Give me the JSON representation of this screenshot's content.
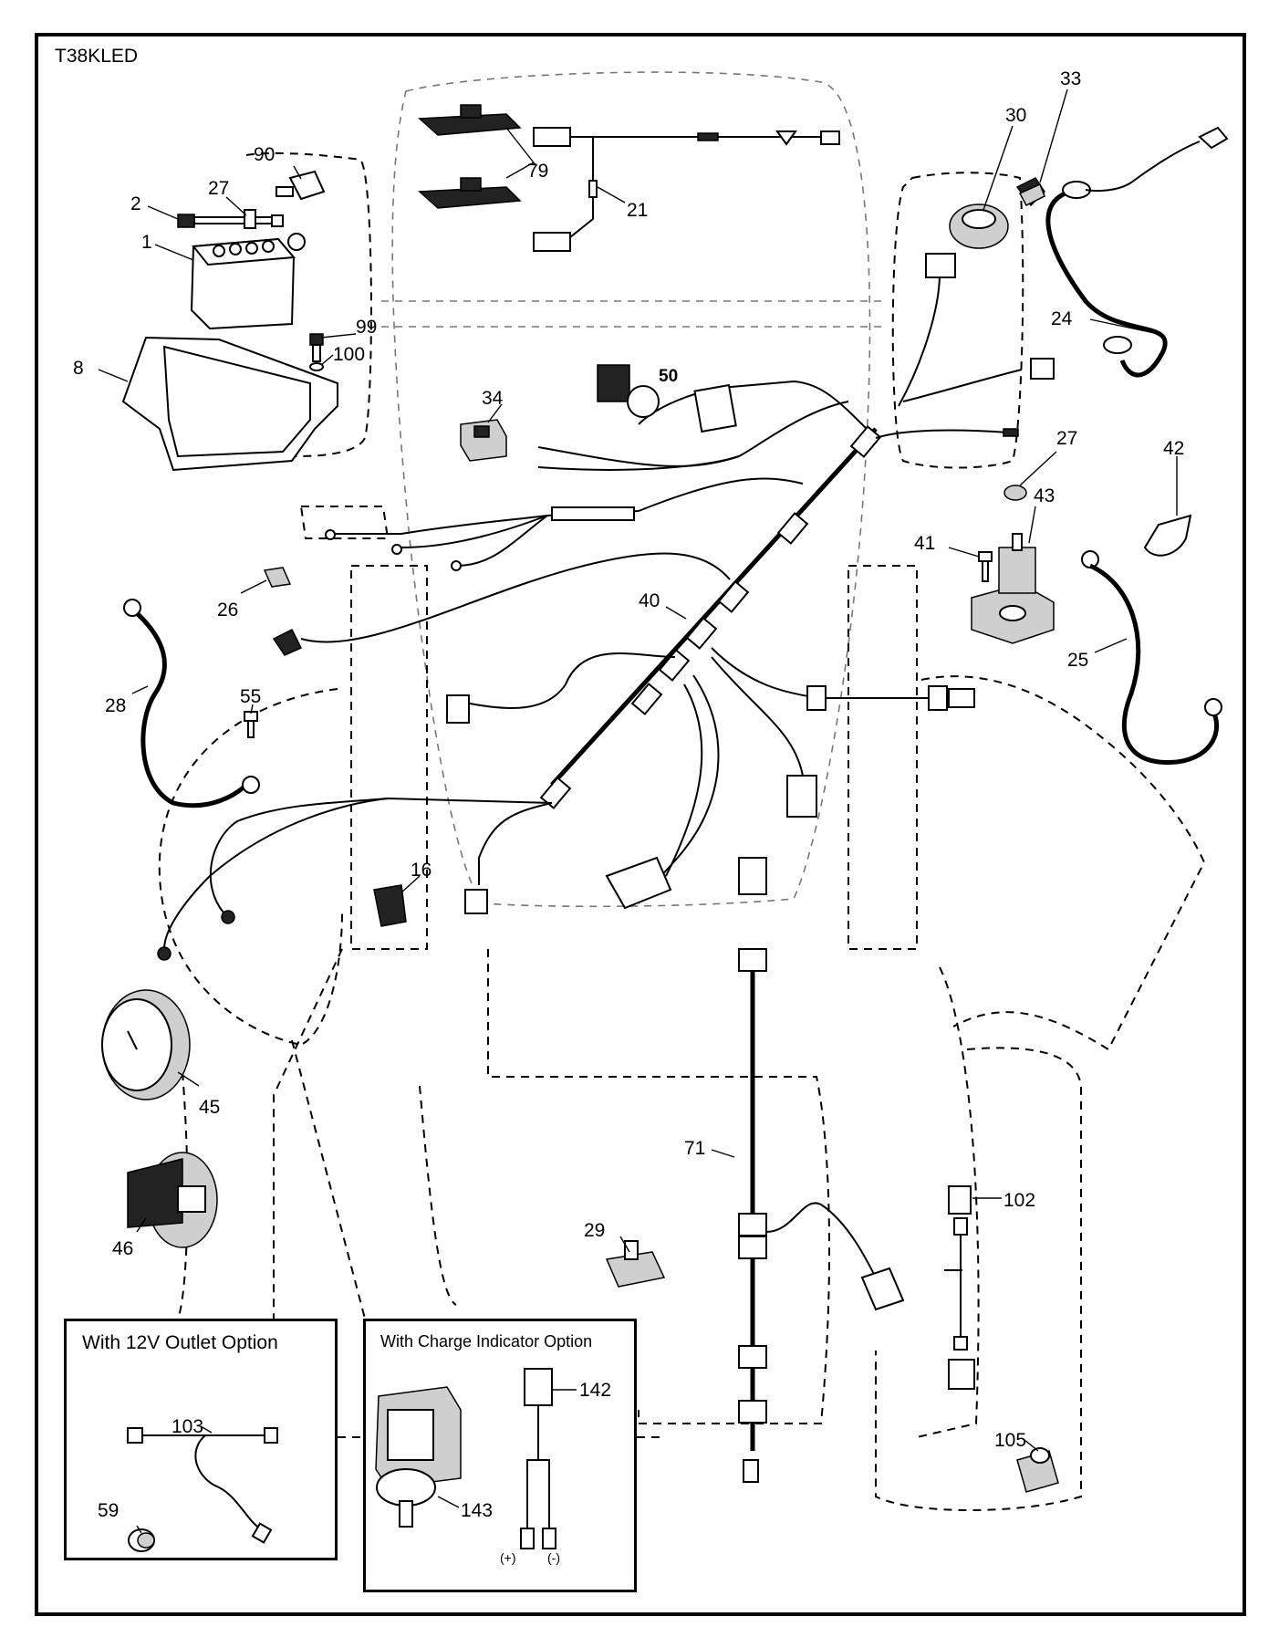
{
  "model": "T38KLED",
  "insets": {
    "outlet_option": "With 12V Outlet Option",
    "charge_option": "With Charge Indicator Option"
  },
  "callouts": [
    {
      "id": "c-90",
      "label": "90"
    },
    {
      "id": "c-27a",
      "label": "27"
    },
    {
      "id": "c-2",
      "label": "2"
    },
    {
      "id": "c-1",
      "label": "1"
    },
    {
      "id": "c-8",
      "label": "8"
    },
    {
      "id": "c-99",
      "label": "99"
    },
    {
      "id": "c-100",
      "label": "100"
    },
    {
      "id": "c-79",
      "label": "79"
    },
    {
      "id": "c-21",
      "label": "21"
    },
    {
      "id": "c-30",
      "label": "30"
    },
    {
      "id": "c-33",
      "label": "33"
    },
    {
      "id": "c-24",
      "label": "24"
    },
    {
      "id": "c-50",
      "label": "50"
    },
    {
      "id": "c-34",
      "label": "34"
    },
    {
      "id": "c-27b",
      "label": "27"
    },
    {
      "id": "c-42",
      "label": "42"
    },
    {
      "id": "c-43",
      "label": "43"
    },
    {
      "id": "c-41",
      "label": "41"
    },
    {
      "id": "c-26",
      "label": "26"
    },
    {
      "id": "c-40",
      "label": "40"
    },
    {
      "id": "c-25",
      "label": "25"
    },
    {
      "id": "c-28",
      "label": "28"
    },
    {
      "id": "c-55",
      "label": "55"
    },
    {
      "id": "c-16",
      "label": "16"
    },
    {
      "id": "c-45",
      "label": "45"
    },
    {
      "id": "c-71",
      "label": "71"
    },
    {
      "id": "c-102",
      "label": "102"
    },
    {
      "id": "c-46",
      "label": "46"
    },
    {
      "id": "c-29",
      "label": "29"
    },
    {
      "id": "c-103",
      "label": "103"
    },
    {
      "id": "c-142",
      "label": "142"
    },
    {
      "id": "c-105",
      "label": "105"
    },
    {
      "id": "c-59",
      "label": "59"
    },
    {
      "id": "c-143",
      "label": "143"
    }
  ],
  "polarity": {
    "positive": "(+)",
    "negative": "(-)"
  }
}
